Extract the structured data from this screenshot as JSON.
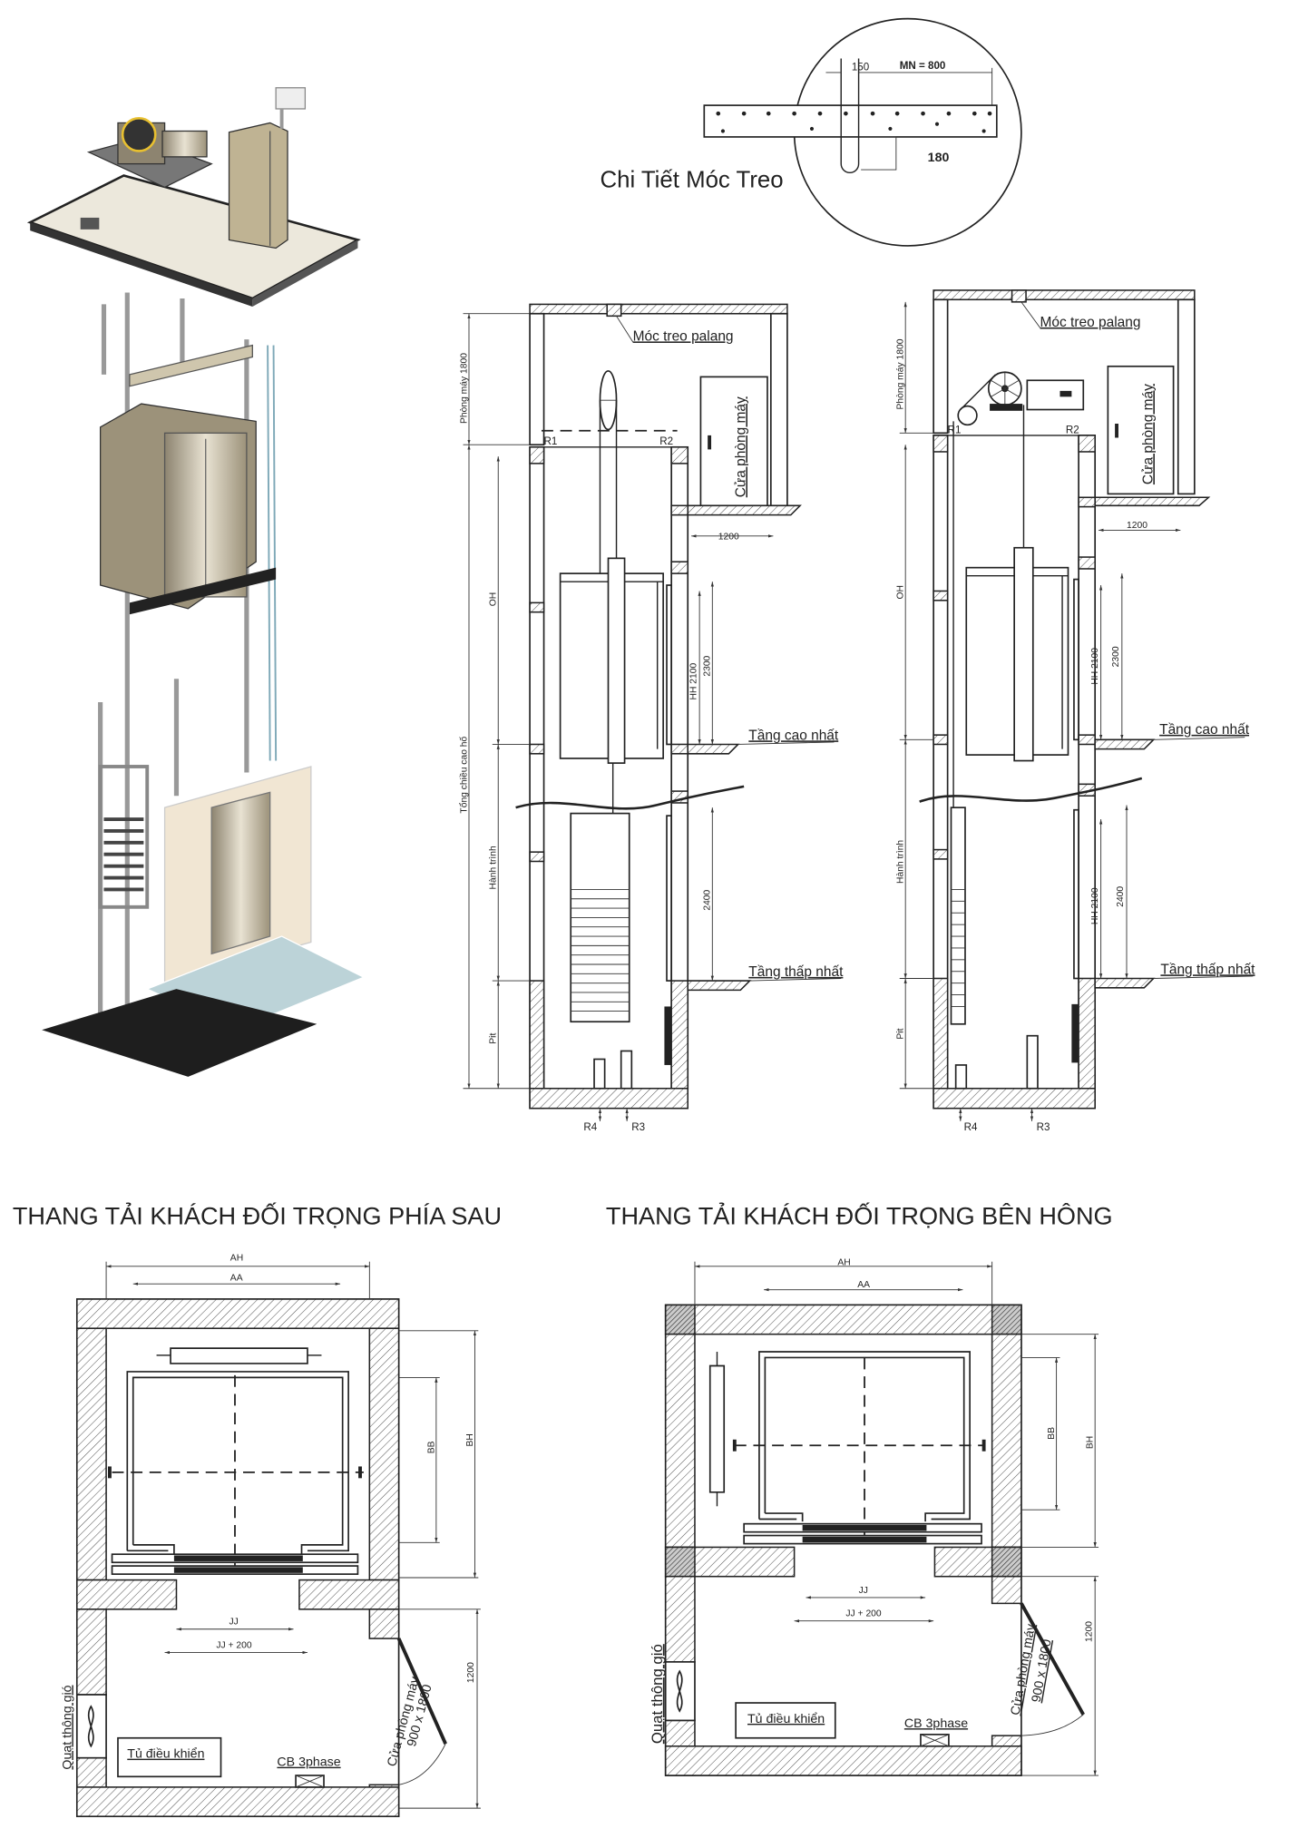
{
  "detail": {
    "title": "Chi Tiết Móc Treo",
    "dim_150": "150",
    "dim_mn": "MN = 800",
    "dim_180": "180"
  },
  "section_rear": {
    "hook_label": "Móc treo palang",
    "machine_door": "Cửa phòng máy",
    "machine_room_height": "Phòng máy 1800",
    "total_height": "Tổng chiều cao hố",
    "oh": "OH",
    "travel": "Hành trình",
    "pit": "Pit",
    "hh": "HH 2100",
    "dim_2300": "2300",
    "dim_2400": "2400",
    "dim_1200": "1200",
    "top_floor": "Tầng cao nhất",
    "bottom_floor": "Tầng thấp nhất",
    "r1": "R1",
    "r2": "R2",
    "r3": "R3",
    "r4": "R4"
  },
  "section_side": {
    "hook_label": "Móc treo palang",
    "machine_door": "Cửa phòng máy",
    "machine_room_height": "Phòng máy 1800",
    "oh": "OH",
    "travel": "Hành trình",
    "pit": "Pit",
    "hh_top": "HH 2100",
    "hh_bottom": "HH 2100",
    "dim_2300": "2300",
    "dim_2400": "2400",
    "dim_1200": "1200",
    "top_floor": "Tầng cao nhất",
    "bottom_floor": "Tầng thấp nhất",
    "r1": "R1",
    "r2": "R2",
    "r3": "R3",
    "r4": "R4"
  },
  "plan_rear": {
    "title": "THANG TẢI KHÁCH ĐỐI TRỌNG PHÍA SAU",
    "ah": "AH",
    "aa": "AA",
    "bb": "BB",
    "bh": "BH",
    "jj": "JJ",
    "jj200": "JJ + 200",
    "dim_1200": "1200",
    "fan": "Quạt thông gió",
    "control": "Tủ điều khiển",
    "cb": "CB 3phase",
    "door": "Cửa phòng máy",
    "door_size": "900 x 1800"
  },
  "plan_side": {
    "title": "THANG TẢI KHÁCH ĐỐI TRỌNG BÊN HÔNG",
    "ah": "AH",
    "aa": "AA",
    "bb": "BB",
    "bh": "BH",
    "jj": "JJ",
    "jj200": "JJ + 200",
    "dim_1200": "1200",
    "fan": "Quạt thông gió",
    "control": "Tủ điều khiển",
    "cb": "CB 3phase",
    "door": "Cửa phòng máy",
    "door_size": "900 x 1800"
  },
  "colors": {
    "line": "#222222",
    "slab": "#ece8dc",
    "metal": "#b9ab8c",
    "pit": "#1e1e1e",
    "tile": "#bcd3d8"
  }
}
